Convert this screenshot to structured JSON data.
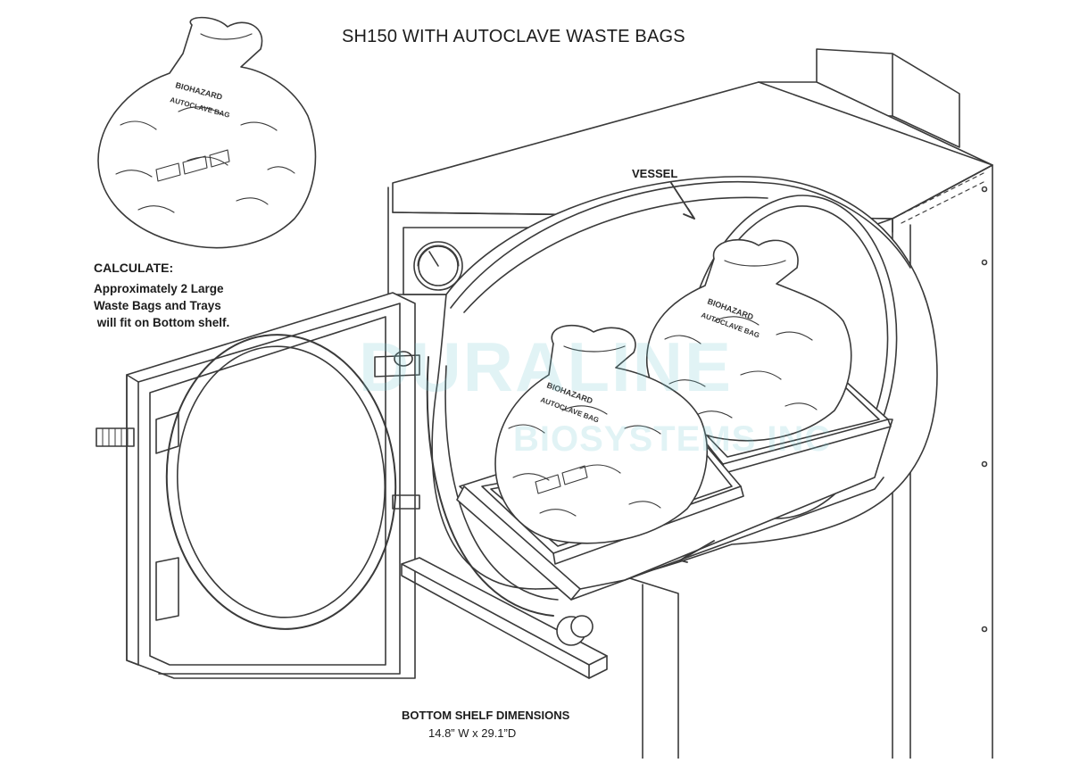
{
  "title": "SH150 WITH AUTOCLAVE WASTE BAGS",
  "calculate": {
    "heading": "CALCULATE:",
    "lines": [
      "Approximately 2 Large",
      "Waste Bags and Trays",
      " will fit on Bottom shelf."
    ]
  },
  "vessel_label": "VESSEL",
  "shelf": {
    "heading": "BOTTOM SHELF DIMENSIONS",
    "dimensions": "14.8” W x 29.1”D"
  },
  "bag_print": {
    "line1": "BIOHAZARD",
    "line2": "AUTOCLAVE BAG"
  },
  "watermark": {
    "main": "DURALINE",
    "sub": "BIOSYSTEMS INC"
  },
  "colors": {
    "line": "#3a3a3a",
    "watermark": "#78c8d2"
  }
}
